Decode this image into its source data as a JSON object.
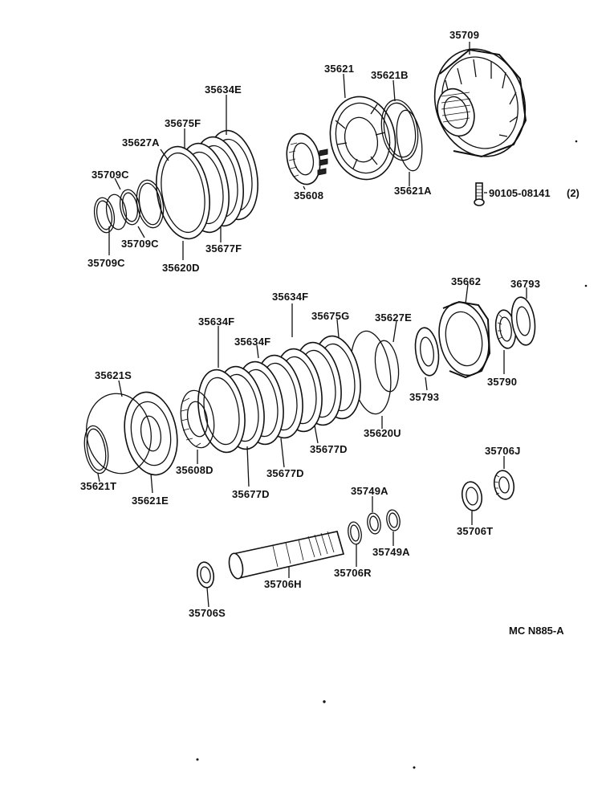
{
  "diagram": {
    "drawing_code": "MC N885-A",
    "labels": {
      "p35709": "35709",
      "p35621": "35621",
      "p35621B": "35621B",
      "p35634E": "35634E",
      "p35675F": "35675F",
      "p35627A": "35627A",
      "p35709C_a": "35709C",
      "p35709C_b": "35709C",
      "p35709C_c": "35709C",
      "p35620D": "35620D",
      "p35677F": "35677F",
      "p35608": "35608",
      "p35621A": "35621A",
      "p90105": "90105-08141",
      "p90105_qty": "(2)",
      "p35662": "35662",
      "p36793_a": "36793",
      "p35634F_a": "35634F",
      "p35675G": "35675G",
      "p35627E": "35627E",
      "p35634F_b": "35634F",
      "p35634F_c": "35634F",
      "p35621S": "35621S",
      "p35793": "35793",
      "p35790": "35790",
      "p35620U": "35620U",
      "p35677D_a": "35677D",
      "p35677D_b": "35677D",
      "p35677D_c": "35677D",
      "p35608D": "35608D",
      "p35621T": "35621T",
      "p35621E": "35621E",
      "p35706J": "35706J",
      "p35749A_a": "35749A",
      "p35749A_b": "35749A",
      "p35706T": "35706T",
      "p35706H": "35706H",
      "p35706R": "35706R",
      "p35706S": "35706S"
    }
  }
}
